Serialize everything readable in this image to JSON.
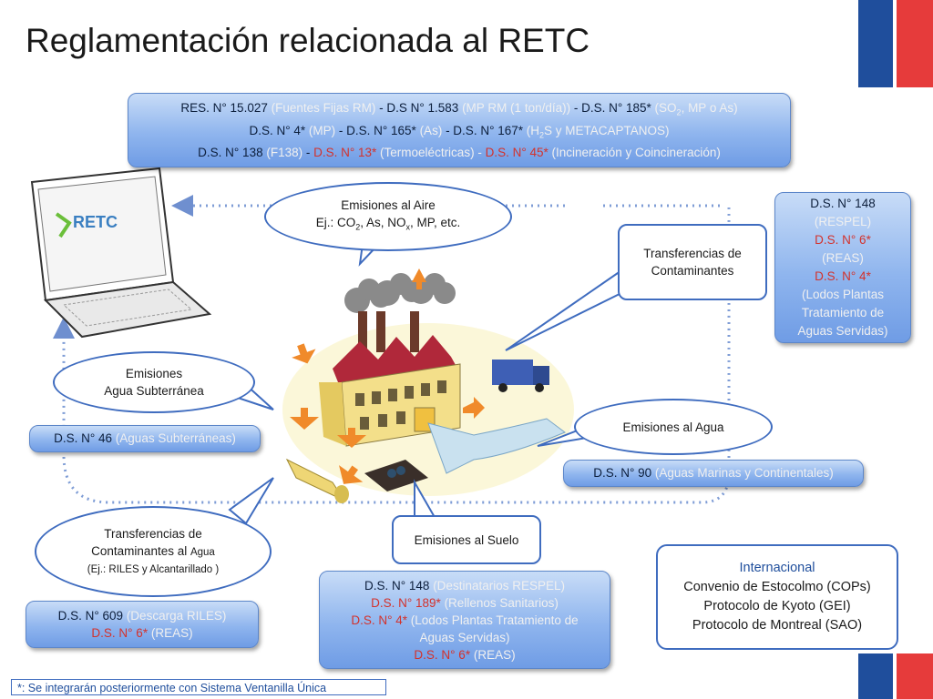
{
  "title": "Reglamentación relacionada al RETC",
  "laptop": {
    "logo_text": "RETC"
  },
  "top_regulations": {
    "line1": [
      {
        "t": "RES. N° 15.027 ",
        "c": "dark"
      },
      {
        "t": "(Fuentes Fijas RM)",
        "c": "light"
      },
      {
        "t": " - D.S N° 1.583 ",
        "c": "dark"
      },
      {
        "t": "(MP RM (1 ton/día))",
        "c": "light"
      },
      {
        "t": " - D.S. N° 185* ",
        "c": "dark"
      },
      {
        "t": "(SO",
        "c": "light"
      },
      {
        "t": "2",
        "c": "light_sub"
      },
      {
        "t": ", MP o As)",
        "c": "light"
      }
    ],
    "line2": [
      {
        "t": "D.S. N° 4* ",
        "c": "dark"
      },
      {
        "t": "(MP)",
        "c": "light"
      },
      {
        "t": " - D.S. N° 165* ",
        "c": "dark"
      },
      {
        "t": "(As)",
        "c": "light"
      },
      {
        "t": " - D.S. N° 167* ",
        "c": "dark"
      },
      {
        "t": "(H",
        "c": "light"
      },
      {
        "t": "2",
        "c": "light_sub"
      },
      {
        "t": "S y METACAPTANOS)",
        "c": "light"
      }
    ],
    "line3": [
      {
        "t": "D.S. N° 138 ",
        "c": "dark"
      },
      {
        "t": "(F138)",
        "c": "light"
      },
      {
        "t": " - ",
        "c": "dark"
      },
      {
        "t": "D.S. N° 13*",
        "c": "red"
      },
      {
        "t": " (Termoeléctricas) - ",
        "c": "light"
      },
      {
        "t": "D.S. N° 45*",
        "c": "red"
      },
      {
        "t": " (Incineración y Coincineración)",
        "c": "light"
      }
    ]
  },
  "air_bubble": {
    "line1": "Emisiones al Aire",
    "line2_pre": "Ej.: CO",
    "line2_sub1": "2",
    "line2_mid": ", As, NO",
    "line2_sub2": "x",
    "line2_post": ", MP, etc."
  },
  "transfer_box": {
    "line1": "Transferencias de",
    "line2": "Contaminantes"
  },
  "respel_box": [
    {
      "t": "D.S. N° 148",
      "c": "dark"
    },
    {
      "t": "(RESPEL)",
      "c": "light"
    },
    {
      "t": "D.S. N° 6*",
      "c": "red"
    },
    {
      "t": "(REAS)",
      "c": "light"
    },
    {
      "t": "D.S. N° 4*",
      "c": "red"
    },
    {
      "t": "(Lodos Plantas",
      "c": "light"
    },
    {
      "t": "Tratamiento de",
      "c": "light"
    },
    {
      "t": "Aguas Servidas)",
      "c": "light"
    }
  ],
  "groundwater_bubble": {
    "line1": "Emisiones",
    "line2": "Agua Subterránea"
  },
  "ds46": [
    {
      "t": "D.S. N° 46 ",
      "c": "dark"
    },
    {
      "t": "(Aguas Subterráneas)",
      "c": "light"
    }
  ],
  "water_bubble": {
    "text": "Emisiones al Agua"
  },
  "ds90": [
    {
      "t": "D.S. N° 90 ",
      "c": "dark"
    },
    {
      "t": "(Aguas Marinas y Continentales)",
      "c": "light"
    }
  ],
  "riles_bubble": {
    "line1": "Transferencias de",
    "line2a": "Contaminantes al ",
    "line2b": "Agua",
    "line3": "(Ej.: RILES y  Alcantarillado )"
  },
  "soil_box": {
    "text": "Emisiones al Suelo"
  },
  "ds609": [
    [
      {
        "t": "D.S. N° 609 ",
        "c": "dark"
      },
      {
        "t": "(Descarga RILES)",
        "c": "light"
      }
    ],
    [
      {
        "t": "D.S. N° 6*",
        "c": "red"
      },
      {
        "t": " (REAS)",
        "c": "light"
      }
    ]
  ],
  "soil_regs": [
    [
      {
        "t": "D.S. N° 148 ",
        "c": "dark"
      },
      {
        "t": "(Destinatarios RESPEL)",
        "c": "light"
      }
    ],
    [
      {
        "t": "D.S. N° 189*",
        "c": "red"
      },
      {
        "t": " (Rellenos Sanitarios)",
        "c": "light"
      }
    ],
    [
      {
        "t": "D.S. N° 4*",
        "c": "red"
      },
      {
        "t": " (Lodos Plantas Tratamiento de",
        "c": "light"
      }
    ],
    [
      {
        "t": "Aguas Servidas)",
        "c": "light"
      }
    ],
    [
      {
        "t": "D.S. N° 6*",
        "c": "red"
      },
      {
        "t": " (REAS)",
        "c": "light"
      }
    ]
  ],
  "international": {
    "heading": "Internacional",
    "lines": [
      "Convenio de Estocolmo (COPs)",
      "Protocolo de Kyoto (GEI)",
      "Protocolo de Montreal (SAO)"
    ]
  },
  "footnote": "*: Se integrarán posteriormente con Sistema Ventanilla Única",
  "colors": {
    "accent": "#3f6cbf",
    "red": "#d3322c",
    "flag_blue": "#1f4e9c",
    "flag_red": "#e63b3b"
  }
}
